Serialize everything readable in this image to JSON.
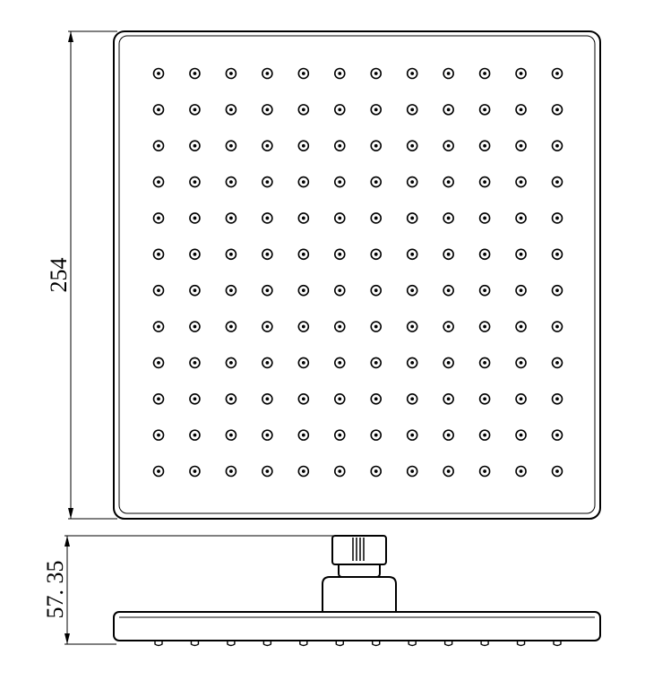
{
  "diagram": {
    "dimensions": {
      "plate_size": "254",
      "total_height": "57. 35"
    },
    "nozzles": {
      "rows": 12,
      "cols": 12
    },
    "colors": {
      "line": "#000000",
      "background": "#ffffff"
    }
  }
}
